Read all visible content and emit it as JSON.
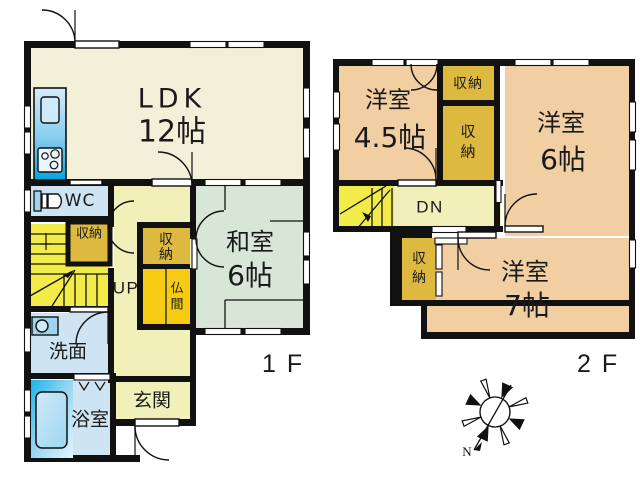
{
  "document": {
    "type": "real-estate-floor-plan",
    "floors": [
      "1F",
      "2F"
    ]
  },
  "palette": {
    "wall": "#111111",
    "ldk_fill": "#f2f0d8",
    "washitsu_fill": "#d8e6d8",
    "hall_fill": "#f2f0b9",
    "closet_fill": "#ddb93f",
    "butsuma_fill": "#f5cc12",
    "stairs_fill": "#f2ec4b",
    "water_fill": "#cfe4f2",
    "kitchen_grad_top": "#cfe9f7",
    "kitchen_grad_bottom": "#0aa3dd",
    "bath_grad_top": "#dff0fa",
    "bath_grad_bottom": "#18b0e6",
    "bedroom_fill": "#f2cfa3",
    "white": "#ffffff"
  },
  "floor1": {
    "label": "1 F",
    "rooms": [
      {
        "id": "ldk",
        "name_line1": "LDK",
        "name_line2": "12帖",
        "kind": "living-dining-kitchen"
      },
      {
        "id": "washitsu",
        "name_line1": "和室",
        "name_line2": "6帖",
        "kind": "japanese-room"
      },
      {
        "id": "wc",
        "name_line1": "WC",
        "name_line2": "",
        "kind": "toilet"
      },
      {
        "id": "senmen",
        "name_line1": "洗面",
        "name_line2": "",
        "kind": "washroom"
      },
      {
        "id": "yokushitsu",
        "name_line1": "浴室",
        "name_line2": "",
        "kind": "bathroom"
      },
      {
        "id": "genkan",
        "name_line1": "玄関",
        "name_line2": "",
        "kind": "entrance"
      }
    ],
    "closets": [
      {
        "id": "closet-1f-stair",
        "label": "収納"
      },
      {
        "id": "closet-1f-hall",
        "label": "収納"
      }
    ],
    "butsuma": {
      "id": "butsuma",
      "label": "仏間"
    },
    "stairs": {
      "id": "stairs-up",
      "label": "UP"
    }
  },
  "floor2": {
    "label": "2 F",
    "rooms": [
      {
        "id": "yoshitsu-45",
        "name_line1": "洋室",
        "name_line2": "4.5帖",
        "kind": "western-room"
      },
      {
        "id": "yoshitsu-6",
        "name_line1": "洋室",
        "name_line2": "6帖",
        "kind": "western-room"
      },
      {
        "id": "yoshitsu-7",
        "name_line1": "洋室",
        "name_line2": "7帖",
        "kind": "western-room"
      }
    ],
    "closets": [
      {
        "id": "closet-2f-top",
        "label": "収納"
      },
      {
        "id": "closet-2f-mid",
        "label": "収納"
      },
      {
        "id": "closet-2f-lower",
        "label": "収納"
      }
    ],
    "stairs": {
      "id": "stairs-down",
      "label": "DN"
    }
  },
  "compass": {
    "id": "compass-rose",
    "north_label": "N"
  }
}
